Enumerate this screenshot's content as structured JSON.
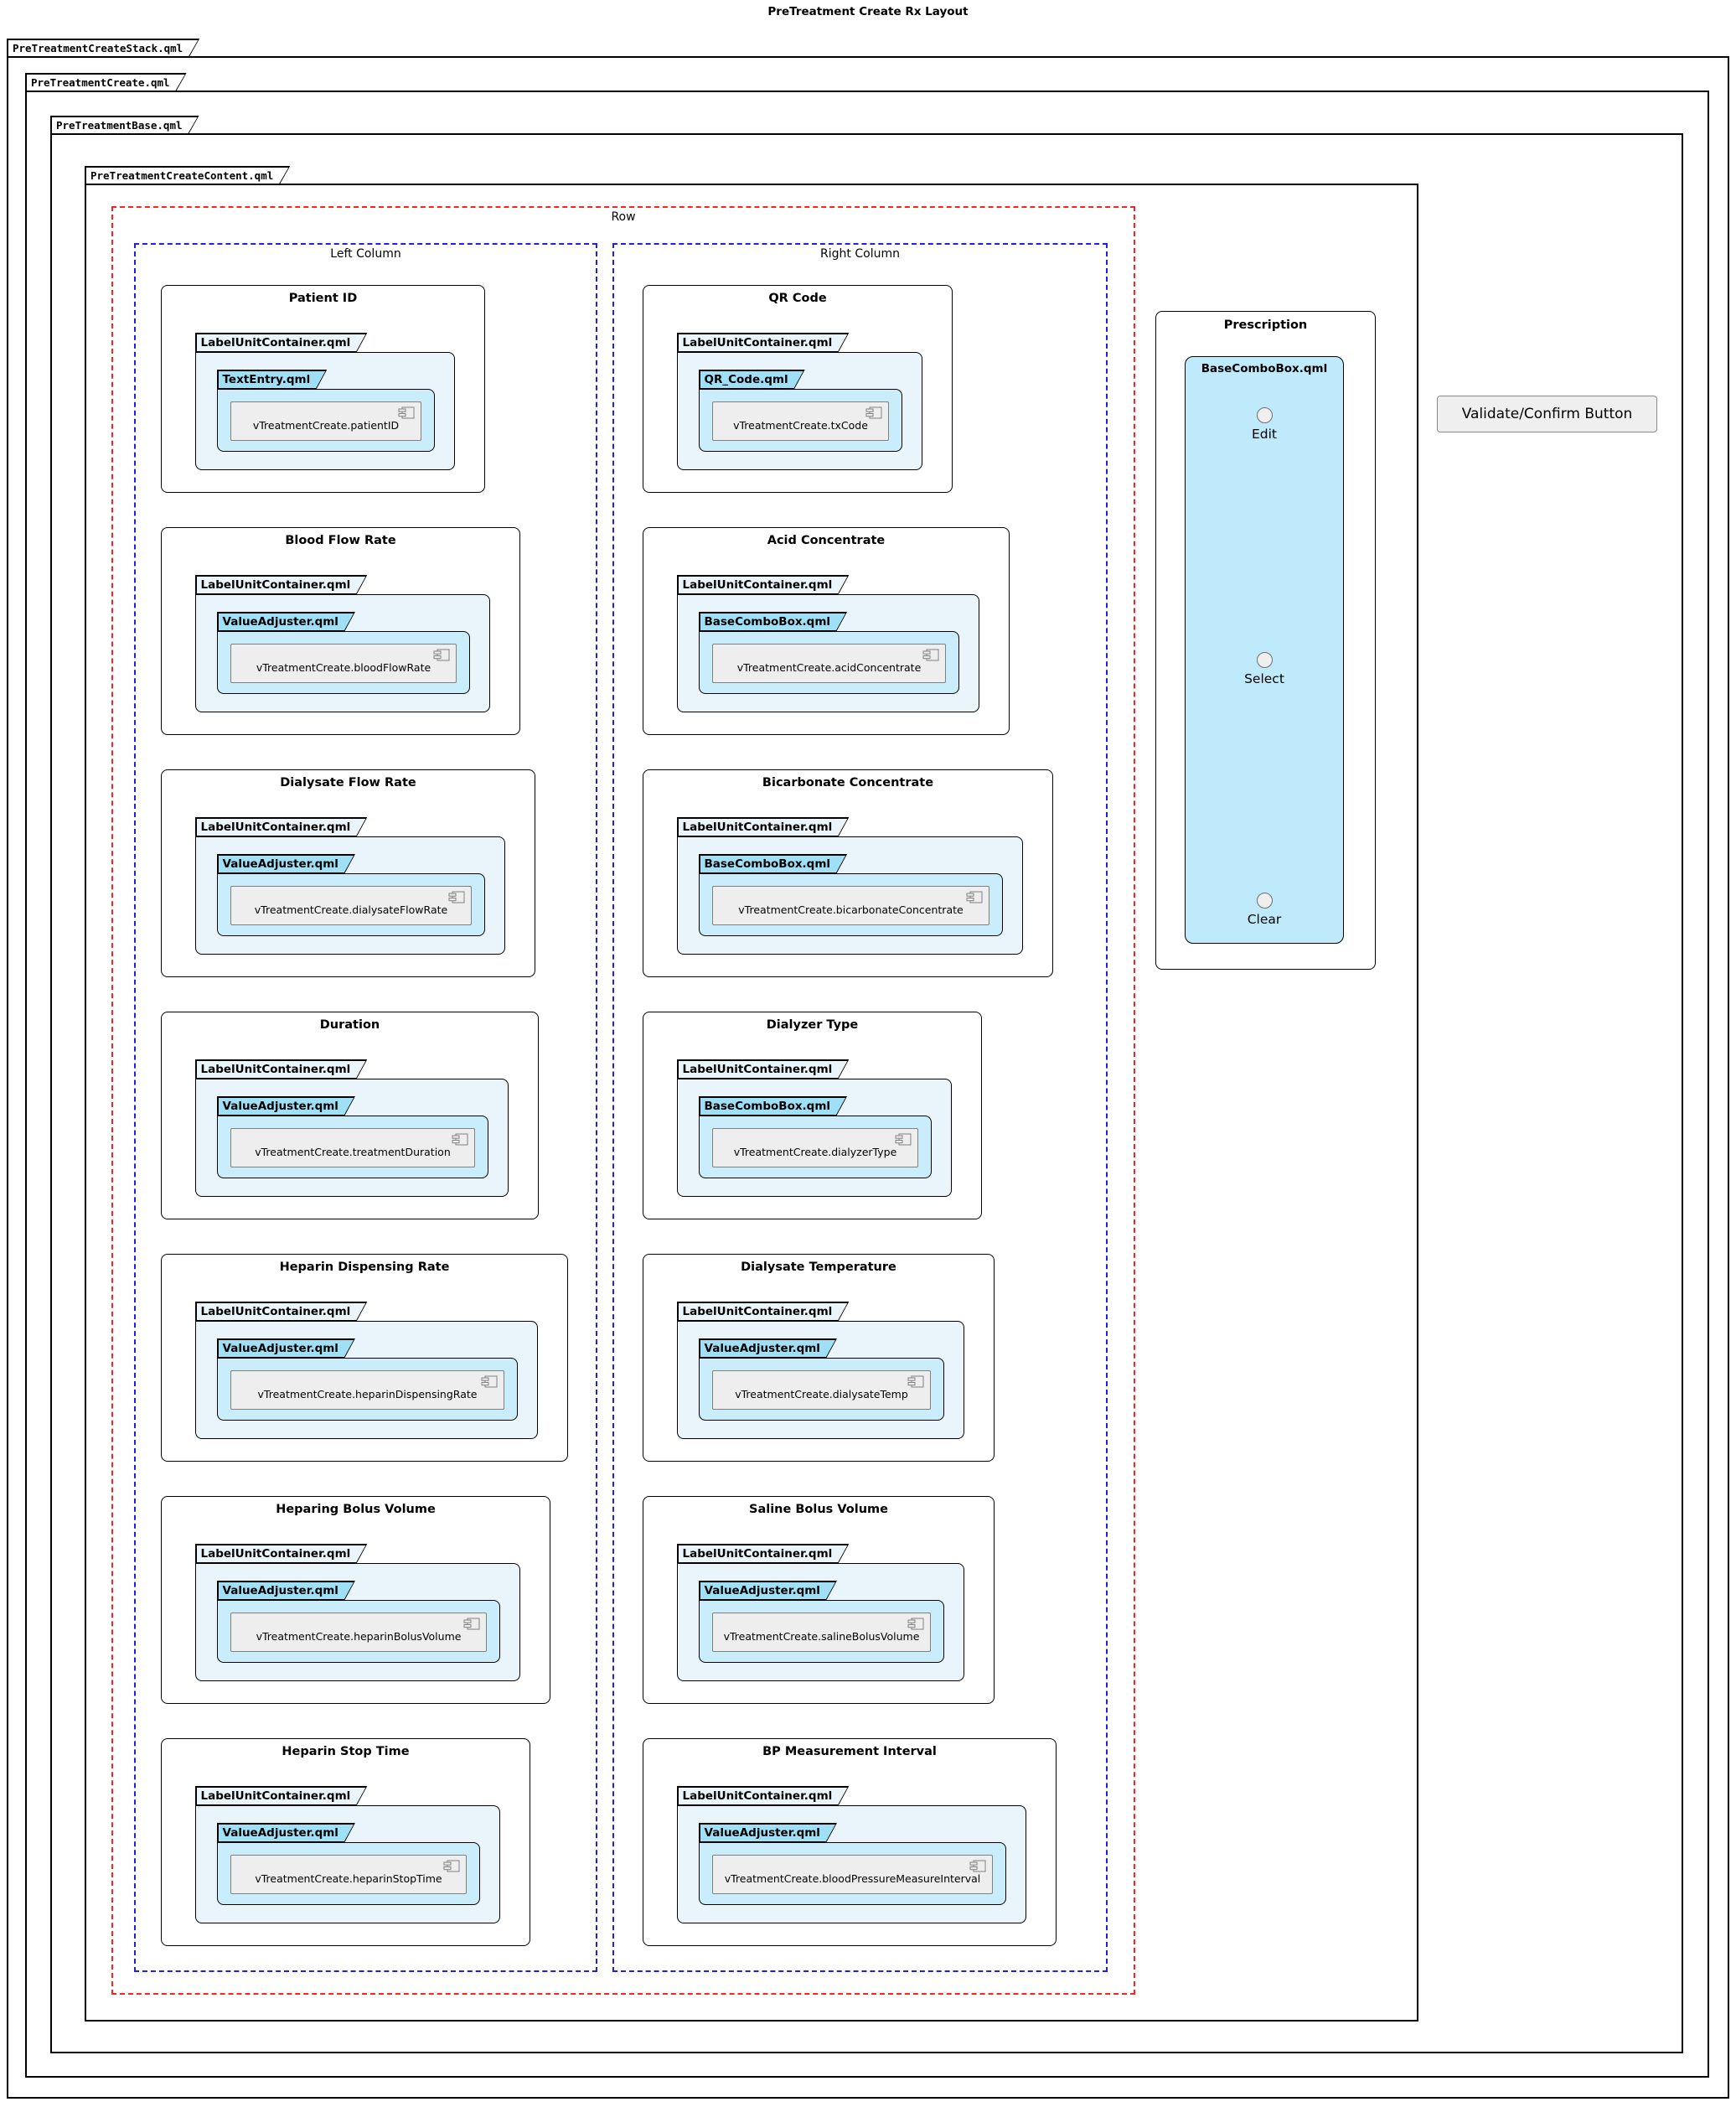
{
  "diagram_title": "PreTreatment Create Rx Layout",
  "frames": {
    "stack": "PreTreatmentCreateStack.qml",
    "create": "PreTreatmentCreate.qml",
    "base": "PreTreatmentBase.qml",
    "content": "PreTreatmentCreateContent.qml"
  },
  "row": {
    "label": "Row"
  },
  "columns": {
    "left": {
      "label": "Left Column",
      "items": [
        {
          "title": "Patient ID",
          "container": "LabelUnitContainer.qml",
          "widget": "TextEntry.qml",
          "component": "vTreatmentCreate.patientID"
        },
        {
          "title": "Blood Flow Rate",
          "container": "LabelUnitContainer.qml",
          "widget": "ValueAdjuster.qml",
          "component": "vTreatmentCreate.bloodFlowRate"
        },
        {
          "title": "Dialysate Flow Rate",
          "container": "LabelUnitContainer.qml",
          "widget": "ValueAdjuster.qml",
          "component": "vTreatmentCreate.dialysateFlowRate"
        },
        {
          "title": "Duration",
          "container": "LabelUnitContainer.qml",
          "widget": "ValueAdjuster.qml",
          "component": "vTreatmentCreate.treatmentDuration"
        },
        {
          "title": "Heparin Dispensing Rate",
          "container": "LabelUnitContainer.qml",
          "widget": "ValueAdjuster.qml",
          "component": "vTreatmentCreate.heparinDispensingRate"
        },
        {
          "title": "Heparing Bolus Volume",
          "container": "LabelUnitContainer.qml",
          "widget": "ValueAdjuster.qml",
          "component": "vTreatmentCreate.heparinBolusVolume"
        },
        {
          "title": "Heparin Stop Time",
          "container": "LabelUnitContainer.qml",
          "widget": "ValueAdjuster.qml",
          "component": "vTreatmentCreate.heparinStopTime"
        }
      ]
    },
    "right": {
      "label": "Right Column",
      "items": [
        {
          "title": "QR Code",
          "container": "LabelUnitContainer.qml",
          "widget": "QR_Code.qml",
          "component": "vTreatmentCreate.txCode"
        },
        {
          "title": "Acid Concentrate",
          "container": "LabelUnitContainer.qml",
          "widget": "BaseComboBox.qml",
          "component": "vTreatmentCreate.acidConcentrate"
        },
        {
          "title": "Bicarbonate Concentrate",
          "container": "LabelUnitContainer.qml",
          "widget": "BaseComboBox.qml",
          "component": "vTreatmentCreate.bicarbonateConcentrate"
        },
        {
          "title": "Dialyzer Type",
          "container": "LabelUnitContainer.qml",
          "widget": "BaseComboBox.qml",
          "component": "vTreatmentCreate.dialyzerType"
        },
        {
          "title": "Dialysate Temperature",
          "container": "LabelUnitContainer.qml",
          "widget": "ValueAdjuster.qml",
          "component": "vTreatmentCreate.dialysateTemp"
        },
        {
          "title": "Saline Bolus Volume",
          "container": "LabelUnitContainer.qml",
          "widget": "ValueAdjuster.qml",
          "component": "vTreatmentCreate.salineBolusVolume"
        },
        {
          "title": "BP Measurement Interval",
          "container": "LabelUnitContainer.qml",
          "widget": "ValueAdjuster.qml",
          "component": "vTreatmentCreate.bloodPressureMeasureInterval"
        }
      ]
    }
  },
  "prescription": {
    "title": "Prescription",
    "combo_label": "BaseComboBox.qml",
    "options": [
      "Edit",
      "Select",
      "Clear"
    ]
  },
  "validate_button": {
    "label": "Validate/Confirm Button"
  },
  "colors": {
    "container_fill": "#EAF4FB",
    "widget_tab_fill": "#A0E0F7",
    "widget_body_fill": "#C9EDFB",
    "combo_fill": "#BEEAFB",
    "component_fill": "#EEEEEE",
    "row_border": "#FF2020",
    "column_border": "#2020E0",
    "frame_border": "#000000"
  }
}
